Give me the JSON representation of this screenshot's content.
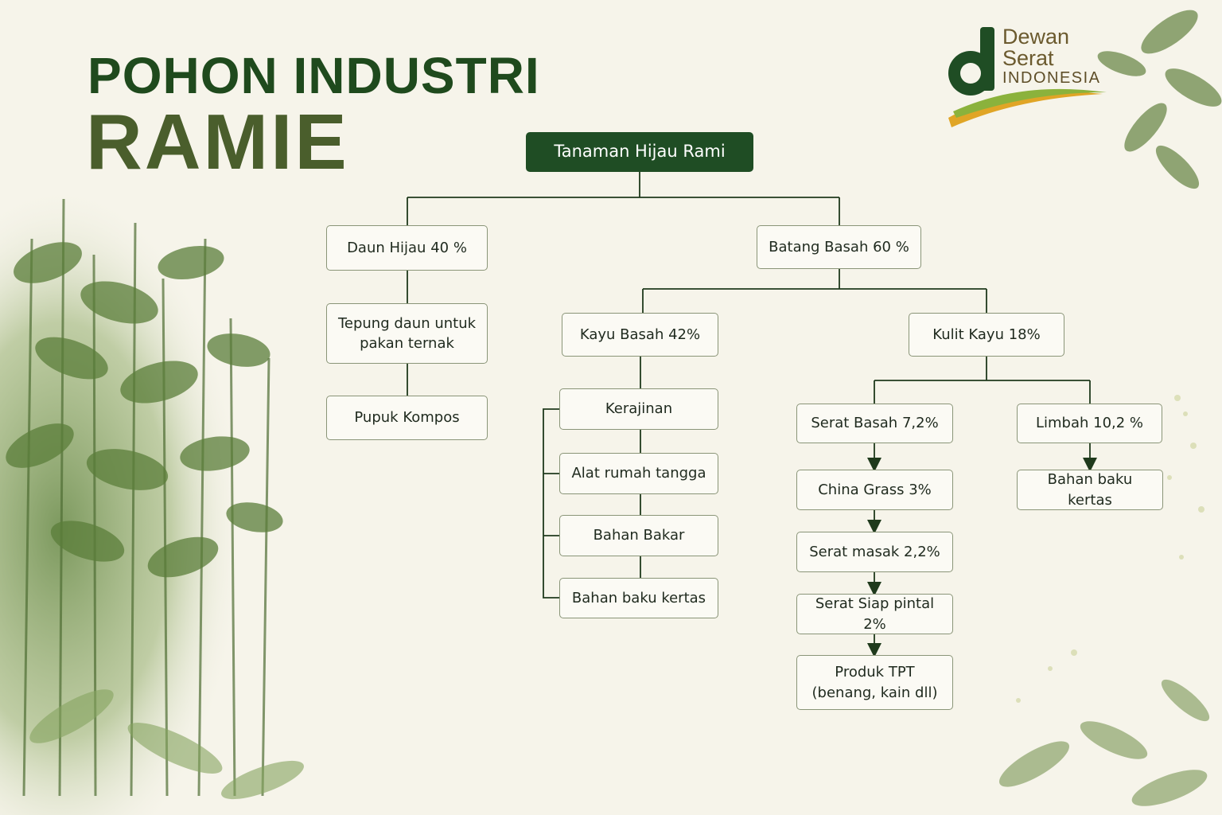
{
  "title": {
    "line1": "POHON INDUSTRI",
    "line2": "RAMIE"
  },
  "logo": {
    "line1": "Dewan",
    "line2": "Serat",
    "line3": "INDONESIA"
  },
  "colors": {
    "primary": "#1f4d24",
    "title": "#1f4a1d",
    "accent": "#e0a526",
    "node_border": "#8a9578"
  },
  "tree": {
    "root": "Tanaman Hijau Rami",
    "daun": "Daun Hijau 40 %",
    "daun_children": [
      "Tepung daun untuk pakan ternak",
      "Pupuk Kompos"
    ],
    "batang": "Batang Basah 60 %",
    "kayu": "Kayu Basah 42%",
    "kayu_children": [
      "Kerajinan",
      "Alat rumah tangga",
      "Bahan Bakar",
      "Bahan baku kertas"
    ],
    "kulit": "Kulit Kayu 18%",
    "serat": "Serat Basah 7,2%",
    "serat_chain": [
      "China Grass 3%",
      "Serat masak 2,2%",
      "Serat Siap pintal 2%",
      "Produk TPT (benang, kain dll)"
    ],
    "limbah": "Limbah 10,2 %",
    "limbah_child": "Bahan baku kertas"
  }
}
